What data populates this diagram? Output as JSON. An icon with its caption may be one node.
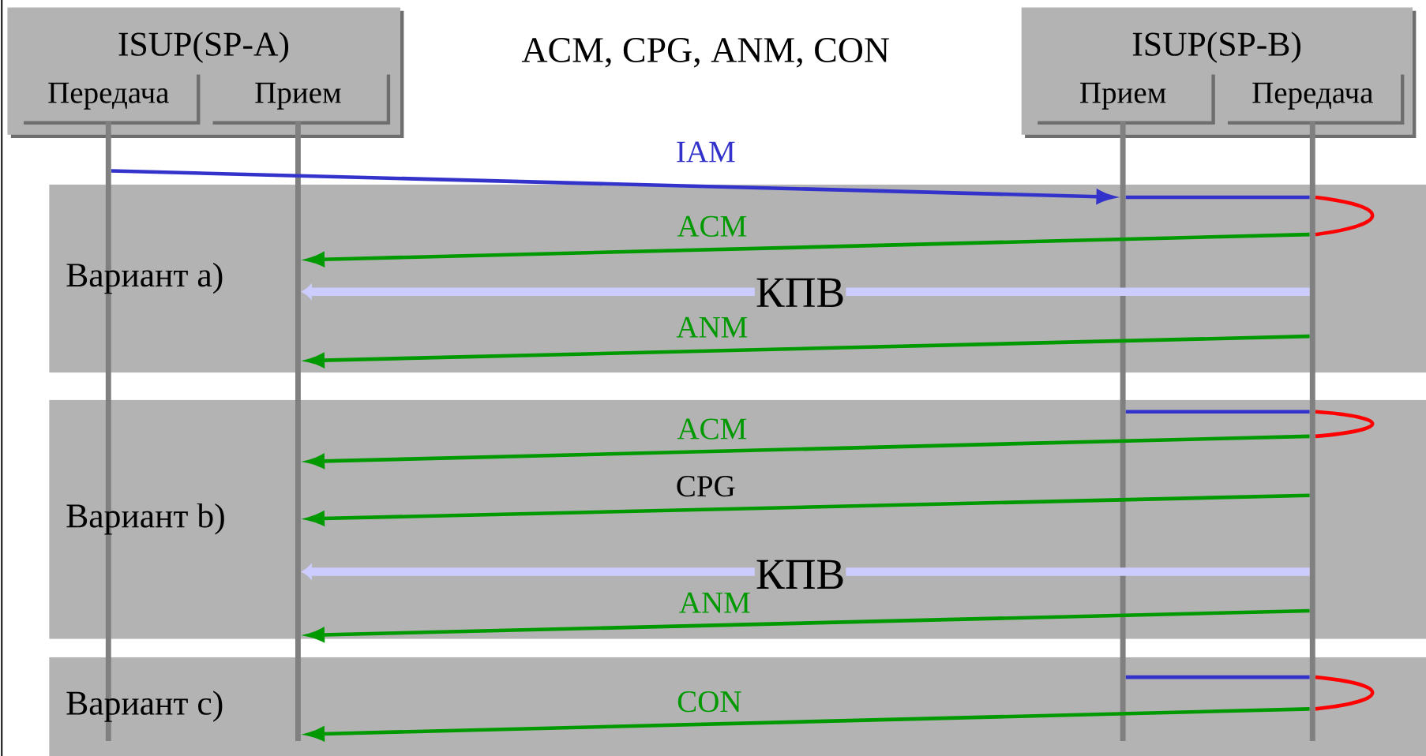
{
  "diagram": {
    "title": "ACM, CPG, ANM, CON",
    "nodes": [
      {
        "text": [
          "ISUP(SP-A)"
        ]
      },
      {
        "text": [
          "Передача"
        ],
        "in": 0
      },
      {
        "text": [
          "Прием"
        ],
        "in": 0
      },
      {
        "text": [
          "ISUP(SP-B)"
        ]
      },
      {
        "text": [
          "Прием"
        ],
        "in": 3
      },
      {
        "text": [
          "Передача"
        ],
        "in": 3
      },
      {
        "text": [
          "Вариант a)"
        ]
      },
      {
        "text": [
          "Вариант b)"
        ]
      },
      {
        "text": [
          "Вариант c)"
        ]
      },
      {
        "text": [],
        "shape": "bar"
      },
      {
        "text": [],
        "shape": "bar"
      },
      {
        "text": [],
        "shape": "bar"
      },
      {
        "text": [],
        "shape": "bar"
      }
    ],
    "edges": [
      {
        "from": 9,
        "to": 11,
        "arrow": "to",
        "label": "IAM",
        "color": "#3333cc"
      },
      {
        "from": 11,
        "to": 12,
        "arrow": "none",
        "color": "#3333cc"
      },
      {
        "from": 12,
        "to": 12,
        "arrow": "none",
        "color": "#ff0000"
      },
      {
        "from": 12,
        "to": 10,
        "arrow": "to",
        "label": "ACM"
      },
      {
        "from": 12,
        "to": 10,
        "arrow": "to",
        "label": "КПВ",
        "style": "thick",
        "color": "#ccccff"
      },
      {
        "from": 12,
        "to": 10,
        "arrow": "to",
        "label": "ANM"
      },
      {
        "from": 11,
        "to": 12,
        "arrow": "none",
        "color": "#3333cc"
      },
      {
        "from": 12,
        "to": 12,
        "arrow": "none",
        "color": "#ff0000"
      },
      {
        "from": 12,
        "to": 10,
        "arrow": "to",
        "label": "ACM"
      },
      {
        "from": 12,
        "to": 10,
        "arrow": "to",
        "label": "CPG"
      },
      {
        "from": 12,
        "to": 10,
        "arrow": "to",
        "label": "КПВ",
        "style": "thick",
        "color": "#ccccff"
      },
      {
        "from": 12,
        "to": 10,
        "arrow": "to",
        "label": "ANM"
      },
      {
        "from": 11,
        "to": 12,
        "arrow": "none",
        "color": "#3333cc"
      },
      {
        "from": 12,
        "to": 12,
        "arrow": "none",
        "color": "#ff0000"
      },
      {
        "from": 12,
        "to": 10,
        "arrow": "to",
        "label": "CON"
      }
    ]
  }
}
